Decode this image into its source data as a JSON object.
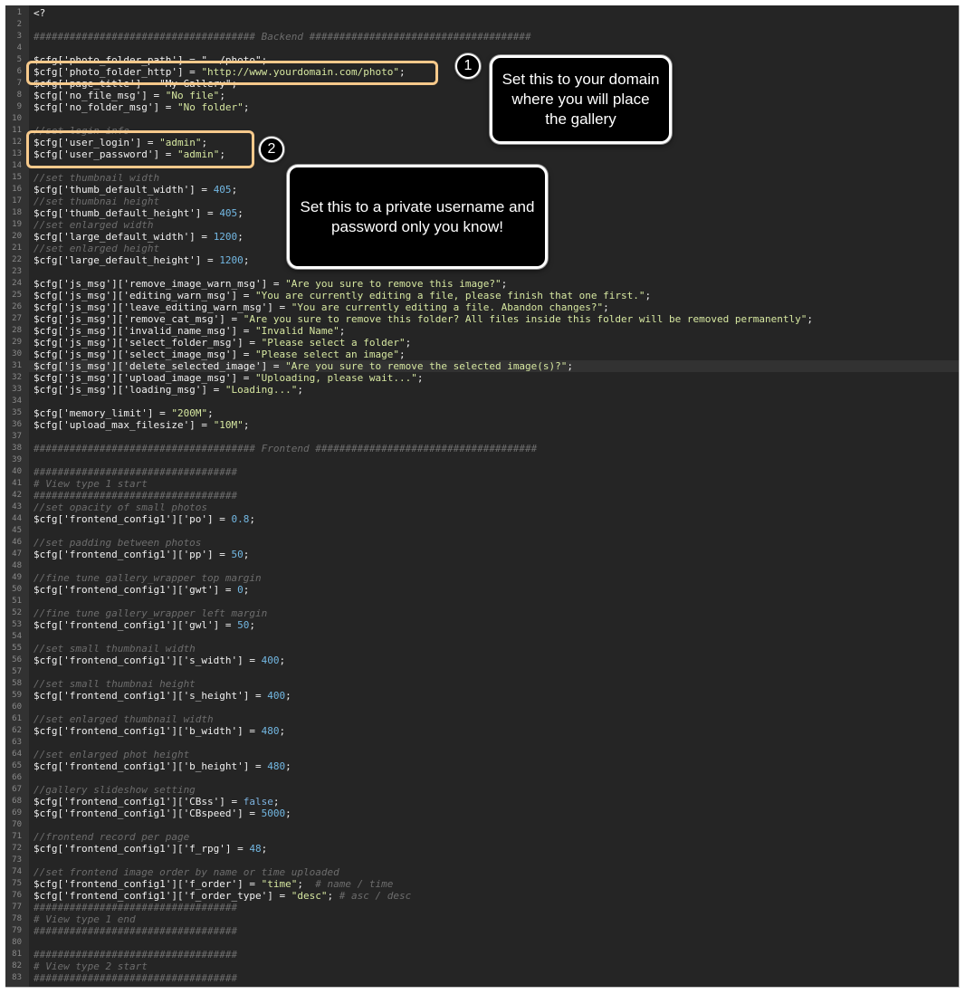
{
  "editor": {
    "active_line": 31,
    "lines": [
      [
        [
          "v",
          "<?"
        ]
      ],
      [],
      [
        [
          "c",
          "##################################### Backend #####################################"
        ]
      ],
      [],
      [
        [
          "v",
          "$cfg['photo_folder_path'] = \"../photo\";"
        ]
      ],
      [
        [
          "v",
          "$cfg['photo_folder_http'] = "
        ],
        [
          "s",
          "\"http://www.yourdomain.com/photo\""
        ],
        [
          "v",
          ";"
        ]
      ],
      [
        [
          "v",
          "$cfg['page_title'] = \"My Gallery\";"
        ]
      ],
      [
        [
          "v",
          "$cfg['no_file_msg'] = "
        ],
        [
          "s",
          "\"No file\""
        ],
        [
          "v",
          ";"
        ]
      ],
      [
        [
          "v",
          "$cfg['no_folder_msg'] = "
        ],
        [
          "s",
          "\"No folder\""
        ],
        [
          "v",
          ";"
        ]
      ],
      [],
      [
        [
          "c",
          "//set login info"
        ]
      ],
      [
        [
          "v",
          "$cfg['user_login'] = "
        ],
        [
          "s",
          "\"admin\""
        ],
        [
          "v",
          ";"
        ]
      ],
      [
        [
          "v",
          "$cfg['user_password'] = "
        ],
        [
          "s",
          "\"admin\""
        ],
        [
          "v",
          ";"
        ]
      ],
      [],
      [
        [
          "c",
          "//set thumbnail width"
        ]
      ],
      [
        [
          "v",
          "$cfg['thumb_default_width'] = "
        ],
        [
          "n",
          "405"
        ],
        [
          "v",
          ";"
        ]
      ],
      [
        [
          "c",
          "//set thumbnai height"
        ]
      ],
      [
        [
          "v",
          "$cfg['thumb_default_height'] = "
        ],
        [
          "n",
          "405"
        ],
        [
          "v",
          ";"
        ]
      ],
      [
        [
          "c",
          "//set enlarged width"
        ]
      ],
      [
        [
          "v",
          "$cfg['large_default_width'] = "
        ],
        [
          "n",
          "1200"
        ],
        [
          "v",
          ";"
        ]
      ],
      [
        [
          "c",
          "//set enlarged height"
        ]
      ],
      [
        [
          "v",
          "$cfg['large_default_height'] = "
        ],
        [
          "n",
          "1200"
        ],
        [
          "v",
          ";"
        ]
      ],
      [],
      [
        [
          "v",
          "$cfg['js_msg']['remove_image_warn_msg'] = "
        ],
        [
          "s",
          "\"Are you sure to remove this image?\""
        ],
        [
          "v",
          ";"
        ]
      ],
      [
        [
          "v",
          "$cfg['js_msg']['editing_warn_msg'] = "
        ],
        [
          "s",
          "\"You are currently editing a file, please finish that one first.\""
        ],
        [
          "v",
          ";"
        ]
      ],
      [
        [
          "v",
          "$cfg['js_msg']['leave_editing_warn_msg'] = "
        ],
        [
          "s",
          "\"You are currently editing a file. Abandon changes?\""
        ],
        [
          "v",
          ";"
        ]
      ],
      [
        [
          "v",
          "$cfg['js_msg']['remove_cat_msg'] = "
        ],
        [
          "s",
          "\"Are you sure to remove this folder? All files inside this folder will be removed permanently\""
        ],
        [
          "v",
          ";"
        ]
      ],
      [
        [
          "v",
          "$cfg['js_msg']['invalid_name_msg'] = "
        ],
        [
          "s",
          "\"Invalid Name\""
        ],
        [
          "v",
          ";"
        ]
      ],
      [
        [
          "v",
          "$cfg['js_msg']['select_folder_msg'] = "
        ],
        [
          "s",
          "\"Please select a folder\""
        ],
        [
          "v",
          ";"
        ]
      ],
      [
        [
          "v",
          "$cfg['js_msg']['select_image_msg'] = "
        ],
        [
          "s",
          "\"Please select an image\""
        ],
        [
          "v",
          ";"
        ]
      ],
      [
        [
          "v",
          "$cfg['js_msg']['delete_selected_image'] = "
        ],
        [
          "s",
          "\"Are you sure to remove the selected image(s)?\""
        ],
        [
          "v",
          ";"
        ]
      ],
      [
        [
          "v",
          "$cfg['js_msg']['upload_image_msg'] = "
        ],
        [
          "s",
          "\"Uploading, please wait...\""
        ],
        [
          "v",
          ";"
        ]
      ],
      [
        [
          "v",
          "$cfg['js_msg']['loading_msg'] = "
        ],
        [
          "s",
          "\"Loading...\""
        ],
        [
          "v",
          ";"
        ]
      ],
      [],
      [
        [
          "v",
          "$cfg['memory_limit'] = "
        ],
        [
          "s",
          "\"200M\""
        ],
        [
          "v",
          ";"
        ]
      ],
      [
        [
          "v",
          "$cfg['upload_max_filesize'] = "
        ],
        [
          "s",
          "\"10M\""
        ],
        [
          "v",
          ";"
        ]
      ],
      [],
      [
        [
          "c",
          "##################################### Frontend #####################################"
        ]
      ],
      [],
      [
        [
          "c",
          "##################################"
        ]
      ],
      [
        [
          "c",
          "# View type 1 start"
        ]
      ],
      [
        [
          "c",
          "##################################"
        ]
      ],
      [
        [
          "c",
          "//set opacity of small photos"
        ]
      ],
      [
        [
          "v",
          "$cfg['frontend_config1']['po'] = "
        ],
        [
          "n",
          "0.8"
        ],
        [
          "v",
          ";"
        ]
      ],
      [],
      [
        [
          "c",
          "//set padding between photos"
        ]
      ],
      [
        [
          "v",
          "$cfg['frontend_config1']['pp'] = "
        ],
        [
          "n",
          "50"
        ],
        [
          "v",
          ";"
        ]
      ],
      [],
      [
        [
          "c",
          "//fine tune gallery_wrapper top margin"
        ]
      ],
      [
        [
          "v",
          "$cfg['frontend_config1']['gwt'] = "
        ],
        [
          "n",
          "0"
        ],
        [
          "v",
          ";"
        ]
      ],
      [],
      [
        [
          "c",
          "//fine tune gallery_wrapper left margin"
        ]
      ],
      [
        [
          "v",
          "$cfg['frontend_config1']['gwl'] = "
        ],
        [
          "n",
          "50"
        ],
        [
          "v",
          ";"
        ]
      ],
      [],
      [
        [
          "c",
          "//set small thumbnail width"
        ]
      ],
      [
        [
          "v",
          "$cfg['frontend_config1']['s_width'] = "
        ],
        [
          "n",
          "400"
        ],
        [
          "v",
          ";"
        ]
      ],
      [],
      [
        [
          "c",
          "//set small thumbnai height"
        ]
      ],
      [
        [
          "v",
          "$cfg['frontend_config1']['s_height'] = "
        ],
        [
          "n",
          "400"
        ],
        [
          "v",
          ";"
        ]
      ],
      [],
      [
        [
          "c",
          "//set enlarged thumbnail width"
        ]
      ],
      [
        [
          "v",
          "$cfg['frontend_config1']['b_width'] = "
        ],
        [
          "n",
          "480"
        ],
        [
          "v",
          ";"
        ]
      ],
      [],
      [
        [
          "c",
          "//set enlarged phot height"
        ]
      ],
      [
        [
          "v",
          "$cfg['frontend_config1']['b_height'] = "
        ],
        [
          "n",
          "480"
        ],
        [
          "v",
          ";"
        ]
      ],
      [],
      [
        [
          "c",
          "//gallery slideshow setting"
        ]
      ],
      [
        [
          "v",
          "$cfg['frontend_config1']['CBss'] = "
        ],
        [
          "k",
          "false"
        ],
        [
          "v",
          ";"
        ]
      ],
      [
        [
          "v",
          "$cfg['frontend_config1']['CBspeed'] = "
        ],
        [
          "n",
          "5000"
        ],
        [
          "v",
          ";"
        ]
      ],
      [],
      [
        [
          "c",
          "//frontend record per page"
        ]
      ],
      [
        [
          "v",
          "$cfg['frontend_config1']['f_rpg'] = "
        ],
        [
          "n",
          "48"
        ],
        [
          "v",
          ";"
        ]
      ],
      [],
      [
        [
          "c",
          "//set frontend image order by name or time uploaded"
        ]
      ],
      [
        [
          "v",
          "$cfg['frontend_config1']['f_order'] = "
        ],
        [
          "s",
          "\"time\""
        ],
        [
          "v",
          ";  "
        ],
        [
          "c",
          "# name / time"
        ]
      ],
      [
        [
          "v",
          "$cfg['frontend_config1']['f_order_type'] = "
        ],
        [
          "s",
          "\"desc\""
        ],
        [
          "v",
          "; "
        ],
        [
          "c",
          "# asc / desc"
        ]
      ],
      [
        [
          "c",
          "##################################"
        ]
      ],
      [
        [
          "c",
          "# View type 1 end"
        ]
      ],
      [
        [
          "c",
          "##################################"
        ]
      ],
      [],
      [
        [
          "c",
          "##################################"
        ]
      ],
      [
        [
          "c",
          "# View type 2 start"
        ]
      ],
      [
        [
          "c",
          "##################################"
        ]
      ]
    ]
  },
  "annotations": {
    "badge_1": "1",
    "badge_2": "2",
    "callout_1": "Set this to your domain where you will place the gallery",
    "callout_2": "Set this to a private username and password only you know!",
    "highlight_color": "#f6c98b"
  },
  "colors": {
    "background": "#252525",
    "gutter": "#323232",
    "variable": "#f0f0f0",
    "string": "#d7e8a1",
    "number": "#73b8e3",
    "comment": "#6d6d6d"
  }
}
